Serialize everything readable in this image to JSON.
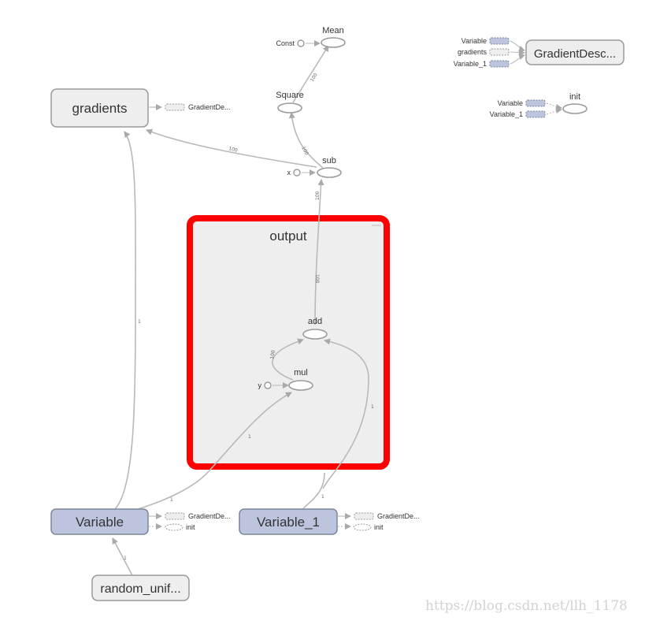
{
  "graph": {
    "groups": {
      "output": "output"
    },
    "nodes": {
      "mean": "Mean",
      "const": "Const",
      "square": "Square",
      "sub": "sub",
      "x": "x",
      "add": "add",
      "mul": "mul",
      "y": "y",
      "init": "init",
      "gradients": "gradients",
      "gradient_descent": "GradientDesc...",
      "variable": "Variable",
      "variable_1": "Variable_1",
      "random_uniform": "random_unif..."
    },
    "aux_labels": {
      "gradient_de": "GradientDe...",
      "init": "init",
      "variable": "Variable",
      "gradients": "gradients",
      "variable_1": "Variable_1"
    },
    "edge_labels": {
      "square_to_mean": "100",
      "sub_to_square": "100",
      "sub_to_gradients": "100",
      "add_to_sub": "100",
      "add_in_group": "100",
      "mul_to_add": "100",
      "tick": "1"
    }
  },
  "watermark": "https://blog.csdn.net/llh_1178"
}
